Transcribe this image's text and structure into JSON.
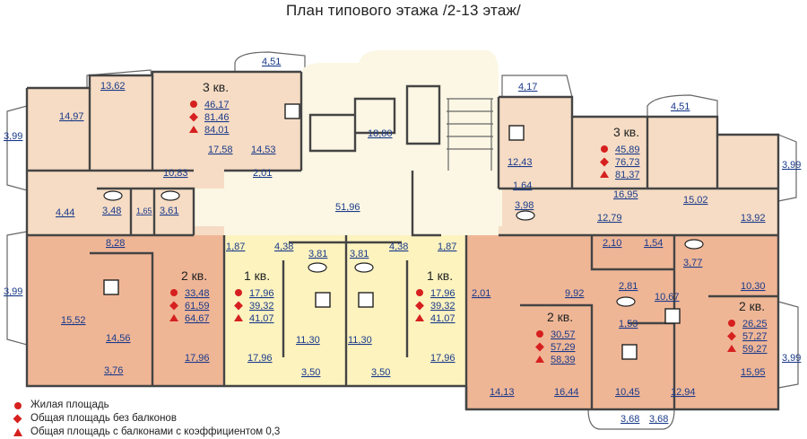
{
  "title": "План типового этажа /2-13 этаж/",
  "colors": {
    "three_room": "#f6dcc4",
    "two_room": "#efb696",
    "one_room": "#fdf3bf",
    "common": "#fbf7e4",
    "marker": "#d6201f",
    "label": "#1a3a8a"
  },
  "apartments": [
    {
      "label": "3 кв.",
      "living": "46,17",
      "no_balcony": "81,46",
      "with_balcony": "84,01"
    },
    {
      "label": "3 кв.",
      "living": "45,89",
      "no_balcony": "76,73",
      "with_balcony": "81,37"
    },
    {
      "label": "2 кв.",
      "living": "33,48",
      "no_balcony": "61,59",
      "with_balcony": "64,67"
    },
    {
      "label": "1 кв.",
      "living": "17,96",
      "no_balcony": "39,32",
      "with_balcony": "41,07"
    },
    {
      "label": "1 кв.",
      "living": "17,96",
      "no_balcony": "39,32",
      "with_balcony": "41,07"
    },
    {
      "label": "2 кв.",
      "living": "30,57",
      "no_balcony": "57,29",
      "with_balcony": "58,39"
    },
    {
      "label": "2 кв.",
      "living": "26,25",
      "no_balcony": "57,27",
      "with_balcony": "59,27"
    }
  ],
  "room_areas": [
    "4,51",
    "13,62",
    "14,97",
    "3,99",
    "17,58",
    "14,53",
    "2,01",
    "10,83",
    "18,80",
    "4,17",
    "4,51",
    "12,43",
    "1,64",
    "16,95",
    "15,02",
    "3,99",
    "3,98",
    "12,79",
    "13,92",
    "4,44",
    "3,48",
    "1,65",
    "3,61",
    "51,96",
    "8,28",
    "1,87",
    "4,38",
    "3,81",
    "3,81",
    "4,38",
    "1,87",
    "2,10",
    "1,54",
    "3,77",
    "3,99",
    "15,52",
    "14,56",
    "3,76",
    "17,96",
    "17,96",
    "11,30",
    "11,30",
    "3,50",
    "3,50",
    "17,96",
    "2,01",
    "9,92",
    "2,81",
    "10,67",
    "10,30",
    "1,53",
    "14,13",
    "16,44",
    "10,45",
    "12,94",
    "3,99",
    "15,95",
    "3,68",
    "3,68"
  ],
  "legend": [
    {
      "symbol": "circle",
      "text": "Жилая площадь"
    },
    {
      "symbol": "diamond",
      "text": "Общая площадь без балконов"
    },
    {
      "symbol": "triangle",
      "text": "Общая площадь с балконами с коэффициентом 0,3"
    }
  ]
}
